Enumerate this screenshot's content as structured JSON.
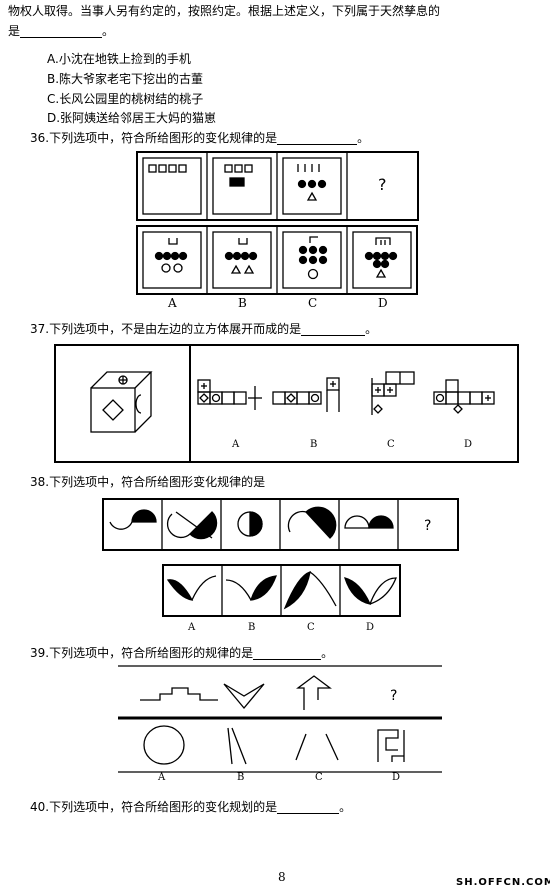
{
  "intro": {
    "line1": "物权人取得。当事人另有约定的，按照约定。根据上述定义，下列属于天然孳息的",
    "line2_prefix": "是",
    "line2_suffix": "。"
  },
  "q35_options": [
    "A.小沈在地铁上捡到的手机",
    "B.陈大爷家老宅下挖出的古董",
    "C.长风公园里的桃树结的桃子",
    "D.张阿姨送给邻居王大妈的猫崽"
  ],
  "q36": {
    "stem": "36.下列选项中，符合所给图形的变化规律的是",
    "suffix": "。",
    "question_mark": "?",
    "labels": [
      "A",
      "B",
      "C",
      "D"
    ]
  },
  "q37": {
    "stem": "37.下列选项中，不是由左边的立方体展开而成的是",
    "suffix": "。",
    "labels": [
      "A",
      "B",
      "C",
      "D"
    ]
  },
  "q38": {
    "stem": "38.下列选项中，符合所给图形变化规律的是",
    "question_mark": "?",
    "labels": [
      "A",
      "B",
      "C",
      "D"
    ]
  },
  "q39": {
    "stem": "39.下列选项中，符合所给图形的规律的是",
    "suffix": "。",
    "question_mark": "?",
    "labels": [
      "A",
      "B",
      "C",
      "D"
    ]
  },
  "q40": {
    "stem": "40.下列选项中，符合所给图形的变化规划的是",
    "suffix": "。"
  },
  "footer": {
    "page_number": "8",
    "watermark": "SH.OFFCN.COM"
  }
}
